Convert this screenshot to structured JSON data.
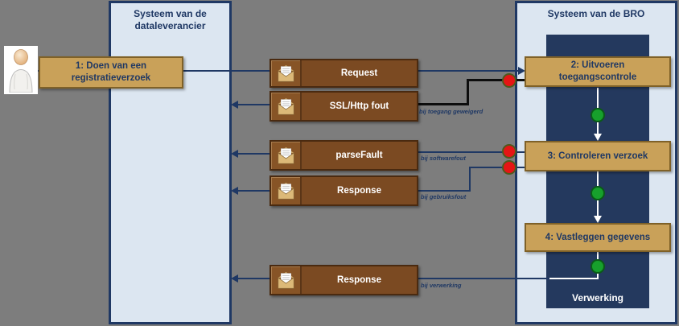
{
  "colors": {
    "background": "#7d7d7d",
    "panel_fill": "#dce6f1",
    "navy": "#1f3864",
    "lane_fill": "#24395e",
    "step_fill": "#c9a159",
    "message_fill": "#7b4a22",
    "red_marker": "#e51515",
    "green_marker": "#17a02c"
  },
  "actor": {
    "icon": "person"
  },
  "panels": {
    "dataleverancier": {
      "title": "Systeem van de dataleverancier"
    },
    "bro": {
      "title": "Systeem van de BRO",
      "lane_label": "Verwerking"
    }
  },
  "steps": [
    {
      "label": "1: Doen van een registratieverzoek"
    },
    {
      "label": "2: Uitvoeren toegangscontrole"
    },
    {
      "label": "3:  Controleren verzoek"
    },
    {
      "label": "4: Vastleggen gegevens"
    }
  ],
  "messages": [
    {
      "label": "Request",
      "note": ""
    },
    {
      "label": "SSL/Http fout",
      "note": "bij toegang geweigerd"
    },
    {
      "label": "parseFault",
      "note": "bij softwarefout"
    },
    {
      "label": "Response",
      "note": "bij gebruiksfout"
    },
    {
      "label": "Response",
      "note": "bij verwerking"
    }
  ]
}
